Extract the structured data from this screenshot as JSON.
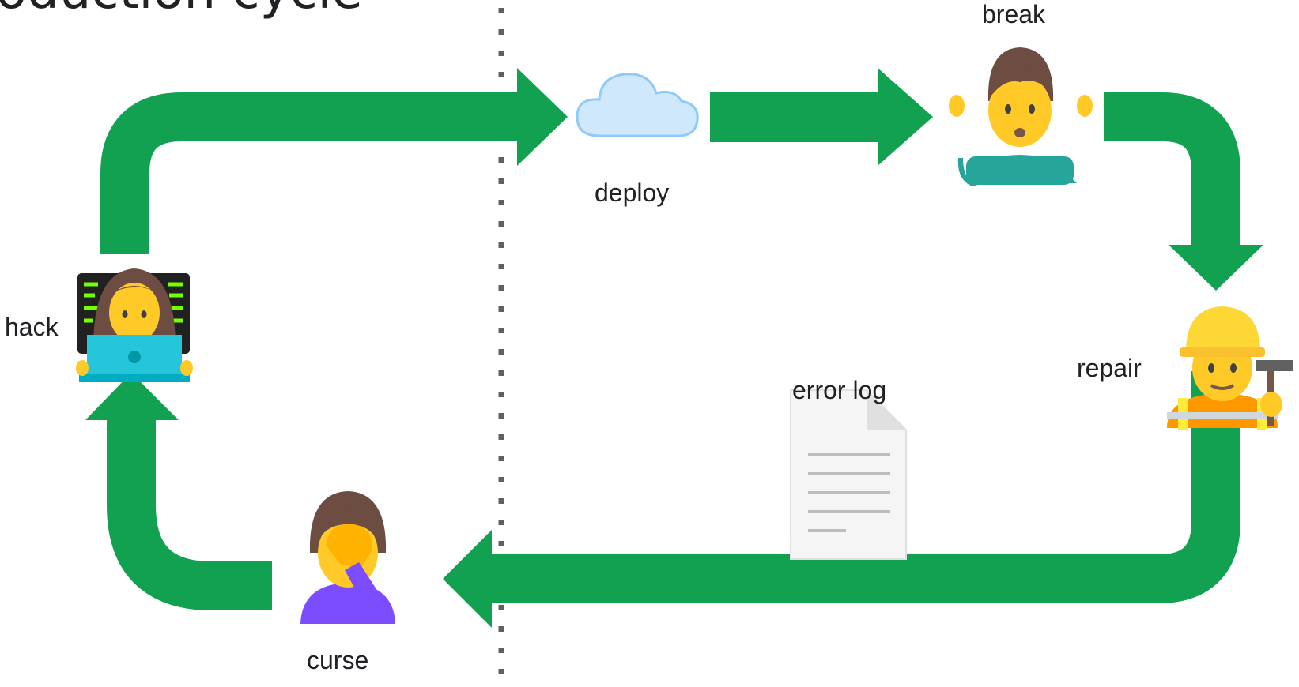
{
  "title": "roduction cycle",
  "colors": {
    "arrow": "#12a150",
    "divider": "#616161"
  },
  "nodes": {
    "hack": {
      "label": "hack",
      "icon": "woman-technologist-icon"
    },
    "deploy": {
      "label": "deploy",
      "icon": "cloud-icon"
    },
    "break": {
      "label": "break",
      "icon": "person-shrugging-icon"
    },
    "repair": {
      "label": "repair",
      "icon": "construction-worker-icon"
    },
    "error_log": {
      "label": "error log",
      "icon": "document-icon"
    },
    "curse": {
      "label": "curse",
      "icon": "woman-facepalming-icon"
    }
  }
}
